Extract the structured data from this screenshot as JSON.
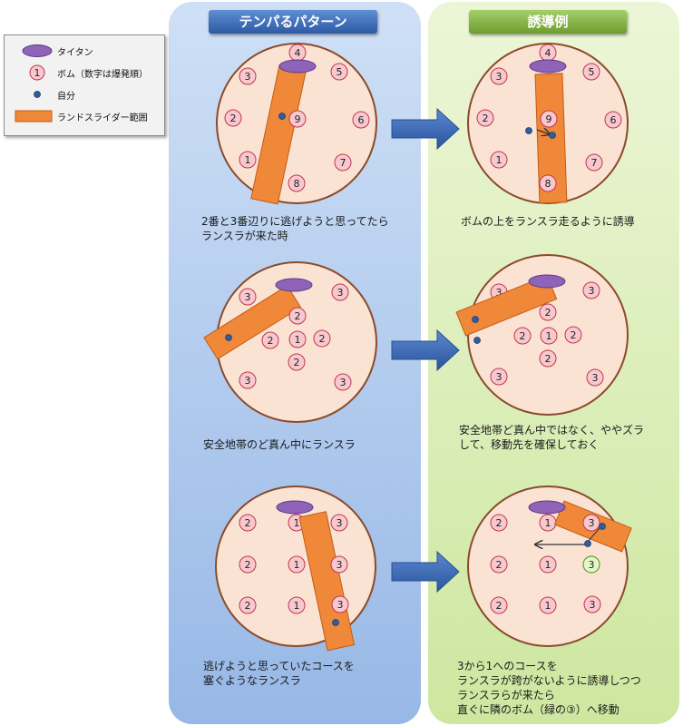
{
  "legend": {
    "items": [
      {
        "label": "タイタン",
        "icon": "titan-ellipse"
      },
      {
        "label": "ボム（数字は爆発順）",
        "icon": "bomb-circle"
      },
      {
        "label": "自分",
        "icon": "player-dot"
      },
      {
        "label": "ランドスライダー範囲",
        "icon": "landslider-rect"
      }
    ],
    "bomb_sample": "1"
  },
  "headers": {
    "left": "テンパるパターン",
    "right": "誘導例"
  },
  "captions": {
    "p1_left": [
      "2番と3番辺りに逃げようと思ってたら",
      "ランスラが来た時"
    ],
    "p1_right": [
      "ボムの上をランスラ走るように誘導"
    ],
    "p2_left": [
      "安全地帯のど真ん中にランスラ"
    ],
    "p2_right": [
      "安全地帯ど真ん中ではなく、ややズラ",
      "して、移動先を確保しておく"
    ],
    "p3_left": [
      "逃げようと思っていたコースを",
      "塞ぐようなランスラ"
    ],
    "p3_right": [
      "3から1へのコースを",
      "ランスラが跨がないように誘導しつつ",
      "ランスラらが来たら",
      "直ぐに隣のボム（緑の③）へ移動"
    ]
  },
  "diagrams": {
    "p1_left": {
      "bombs": [
        "4",
        "3",
        "5",
        "2",
        "9",
        "6",
        "1",
        "7",
        "8"
      ]
    },
    "p1_right": {
      "bombs": [
        "4",
        "3",
        "5",
        "2",
        "9",
        "6",
        "1",
        "7",
        "8"
      ]
    },
    "p2_left": {
      "bombs": [
        "3",
        "3",
        "2",
        "2",
        "1",
        "2",
        "2",
        "3",
        "3"
      ]
    },
    "p2_right": {
      "bombs": [
        "3",
        "3",
        "2",
        "2",
        "1",
        "2",
        "2",
        "3",
        "3"
      ]
    },
    "p3_left": {
      "bombs": [
        "2",
        "1",
        "3",
        "2",
        "1",
        "3",
        "2",
        "1",
        "3"
      ]
    },
    "p3_right": {
      "bombs": [
        "2",
        "1",
        "3",
        "2",
        "1",
        "3",
        "2",
        "1",
        "3"
      ]
    }
  },
  "colors": {
    "arena_fill": "#fbe3d4",
    "arena_stroke": "#8a4a2b",
    "bomb_fill": "#f7c9cf",
    "bomb_stroke": "#c0354a",
    "green_bomb_fill": "#e6f6c8",
    "green_bomb_stroke": "#5f9e2e",
    "landslider": "#f0883a",
    "titan": "#8f63b8",
    "player": "#2f5e9e",
    "arrow": "#3565b6"
  }
}
